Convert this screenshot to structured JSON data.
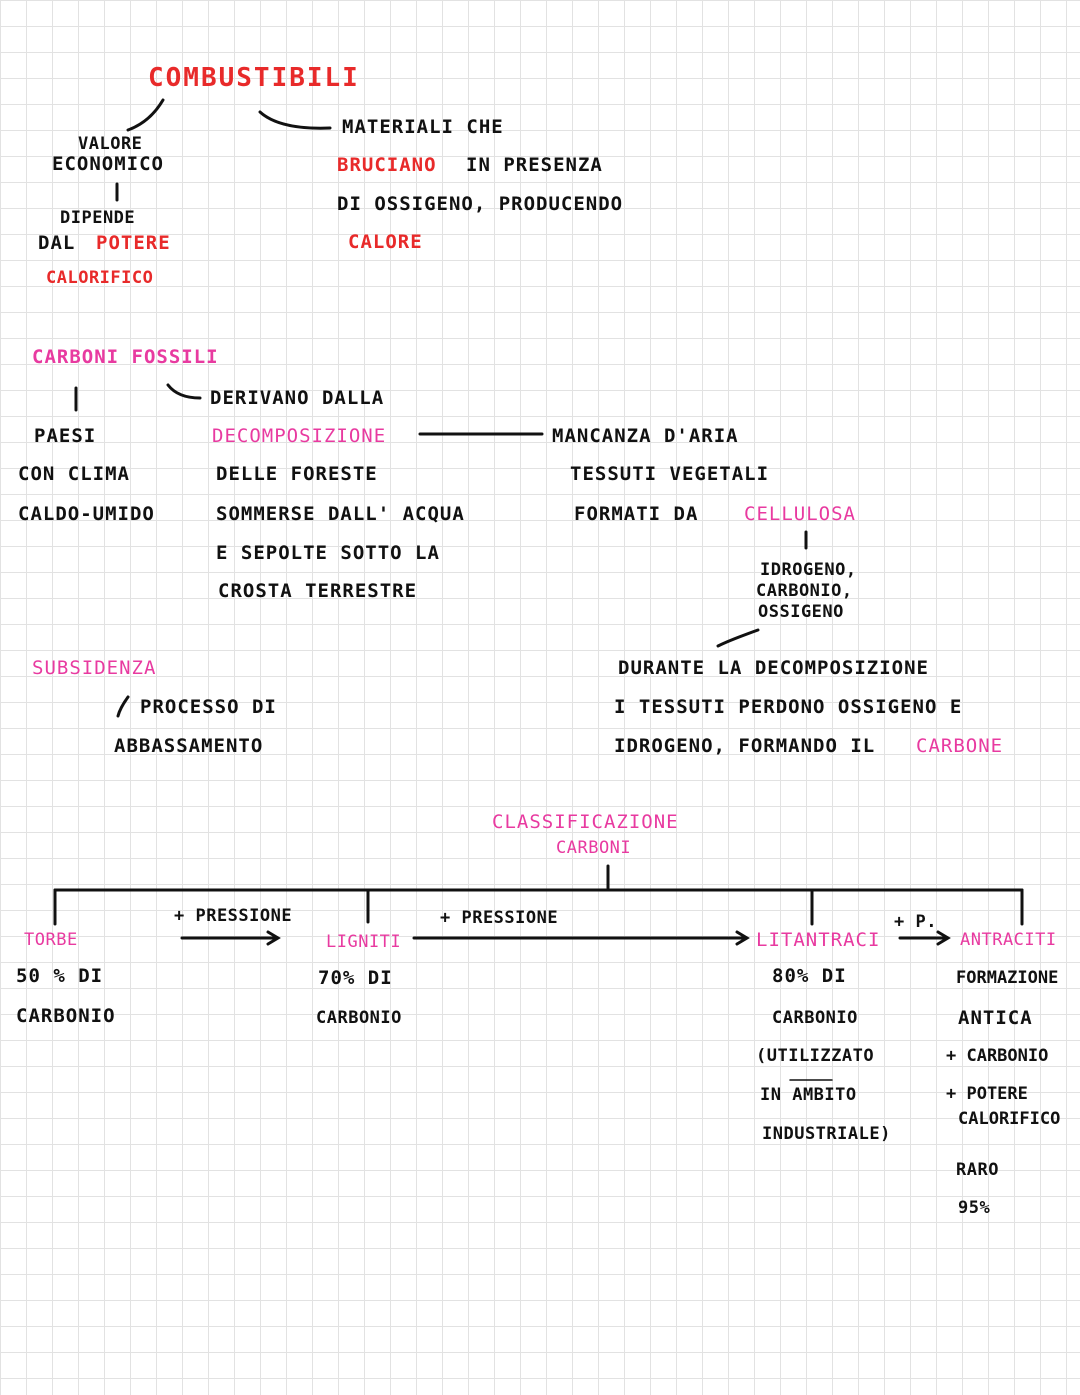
{
  "colors": {
    "red": "#e82a2a",
    "pink": "#e83aa0",
    "ink": "#111111"
  },
  "combustibili": {
    "title": "COMBUSTIBILI",
    "valore_1": "VALORE",
    "valore_2": "ECONOMICO",
    "dipende_1": "DIPENDE",
    "dipende_2": "DAL",
    "potere": "POTERE",
    "calorifico": "CALORIFICO",
    "def_1": "MATERIALI CHE",
    "def_2a": "BRUCIANO",
    "def_2b": "IN PRESENZA",
    "def_3": "DI OSSIGENO, PRODUCENDO",
    "calore": "CALORE"
  },
  "carboni_fossili": {
    "title": "CARBONI FOSSILI",
    "paesi_1": "PAESI",
    "paesi_2": "CON CLIMA",
    "paesi_3": "CALDO-UMIDO",
    "deriv_1": "DERIVANO DALLA",
    "deriv_2": "DECOMPOSIZIONE",
    "deriv_3": "DELLE FORESTE",
    "deriv_4": "SOMMERSE DALL' ACQUA",
    "deriv_5": "E SEPOLTE SOTTO LA",
    "deriv_6": "CROSTA TERRESTRE",
    "aria_1": "MANCANZA D'ARIA",
    "aria_2": "TESSUTI VEGETALI",
    "aria_3": "FORMATI DA",
    "cellulosa": "CELLULOSA",
    "elem_1": "IDROGENO,",
    "elem_2": "CARBONIO,",
    "elem_3": "OSSIGENO",
    "durante_1": "DURANTE LA DECOMPOSIZIONE",
    "durante_2": "I TESSUTI PERDONO OSSIGENO E",
    "durante_3": "IDROGENO, FORMANDO IL",
    "carbone": "CARBONE"
  },
  "subsidenza": {
    "title": "SUBSIDENZA",
    "proc_1": "PROCESSO DI",
    "proc_2": "ABBASSAMENTO"
  },
  "classificazione": {
    "title_1": "CLASSIFICAZIONE",
    "title_2": "CARBONI",
    "pressione_1": "+ PRESSIONE",
    "pressione_2": "+ PRESSIONE",
    "pressione_3": "+ P.",
    "torbe": "TORBE",
    "torbe_1": "50 % DI",
    "torbe_2": "CARBONIO",
    "ligniti": "LIGNITI",
    "ligniti_1": "70% DI",
    "ligniti_2": "CARBONIO",
    "litantrace": "LITANTRACI",
    "lit_1": "80% DI",
    "lit_2": "CARBONIO",
    "lit_3": "(UTILIZZATO",
    "lit_4": "IN AMBITO",
    "lit_5": "INDUSTRIALE)",
    "antraciti": "ANTRACITI",
    "ant_1": "FORMAZIONE",
    "ant_2": "ANTICA",
    "ant_3": "+ CARBONIO",
    "ant_4": "+ POTERE",
    "ant_5": "CALORIFICO",
    "ant_6": "RARO",
    "ant_7": "95%"
  }
}
